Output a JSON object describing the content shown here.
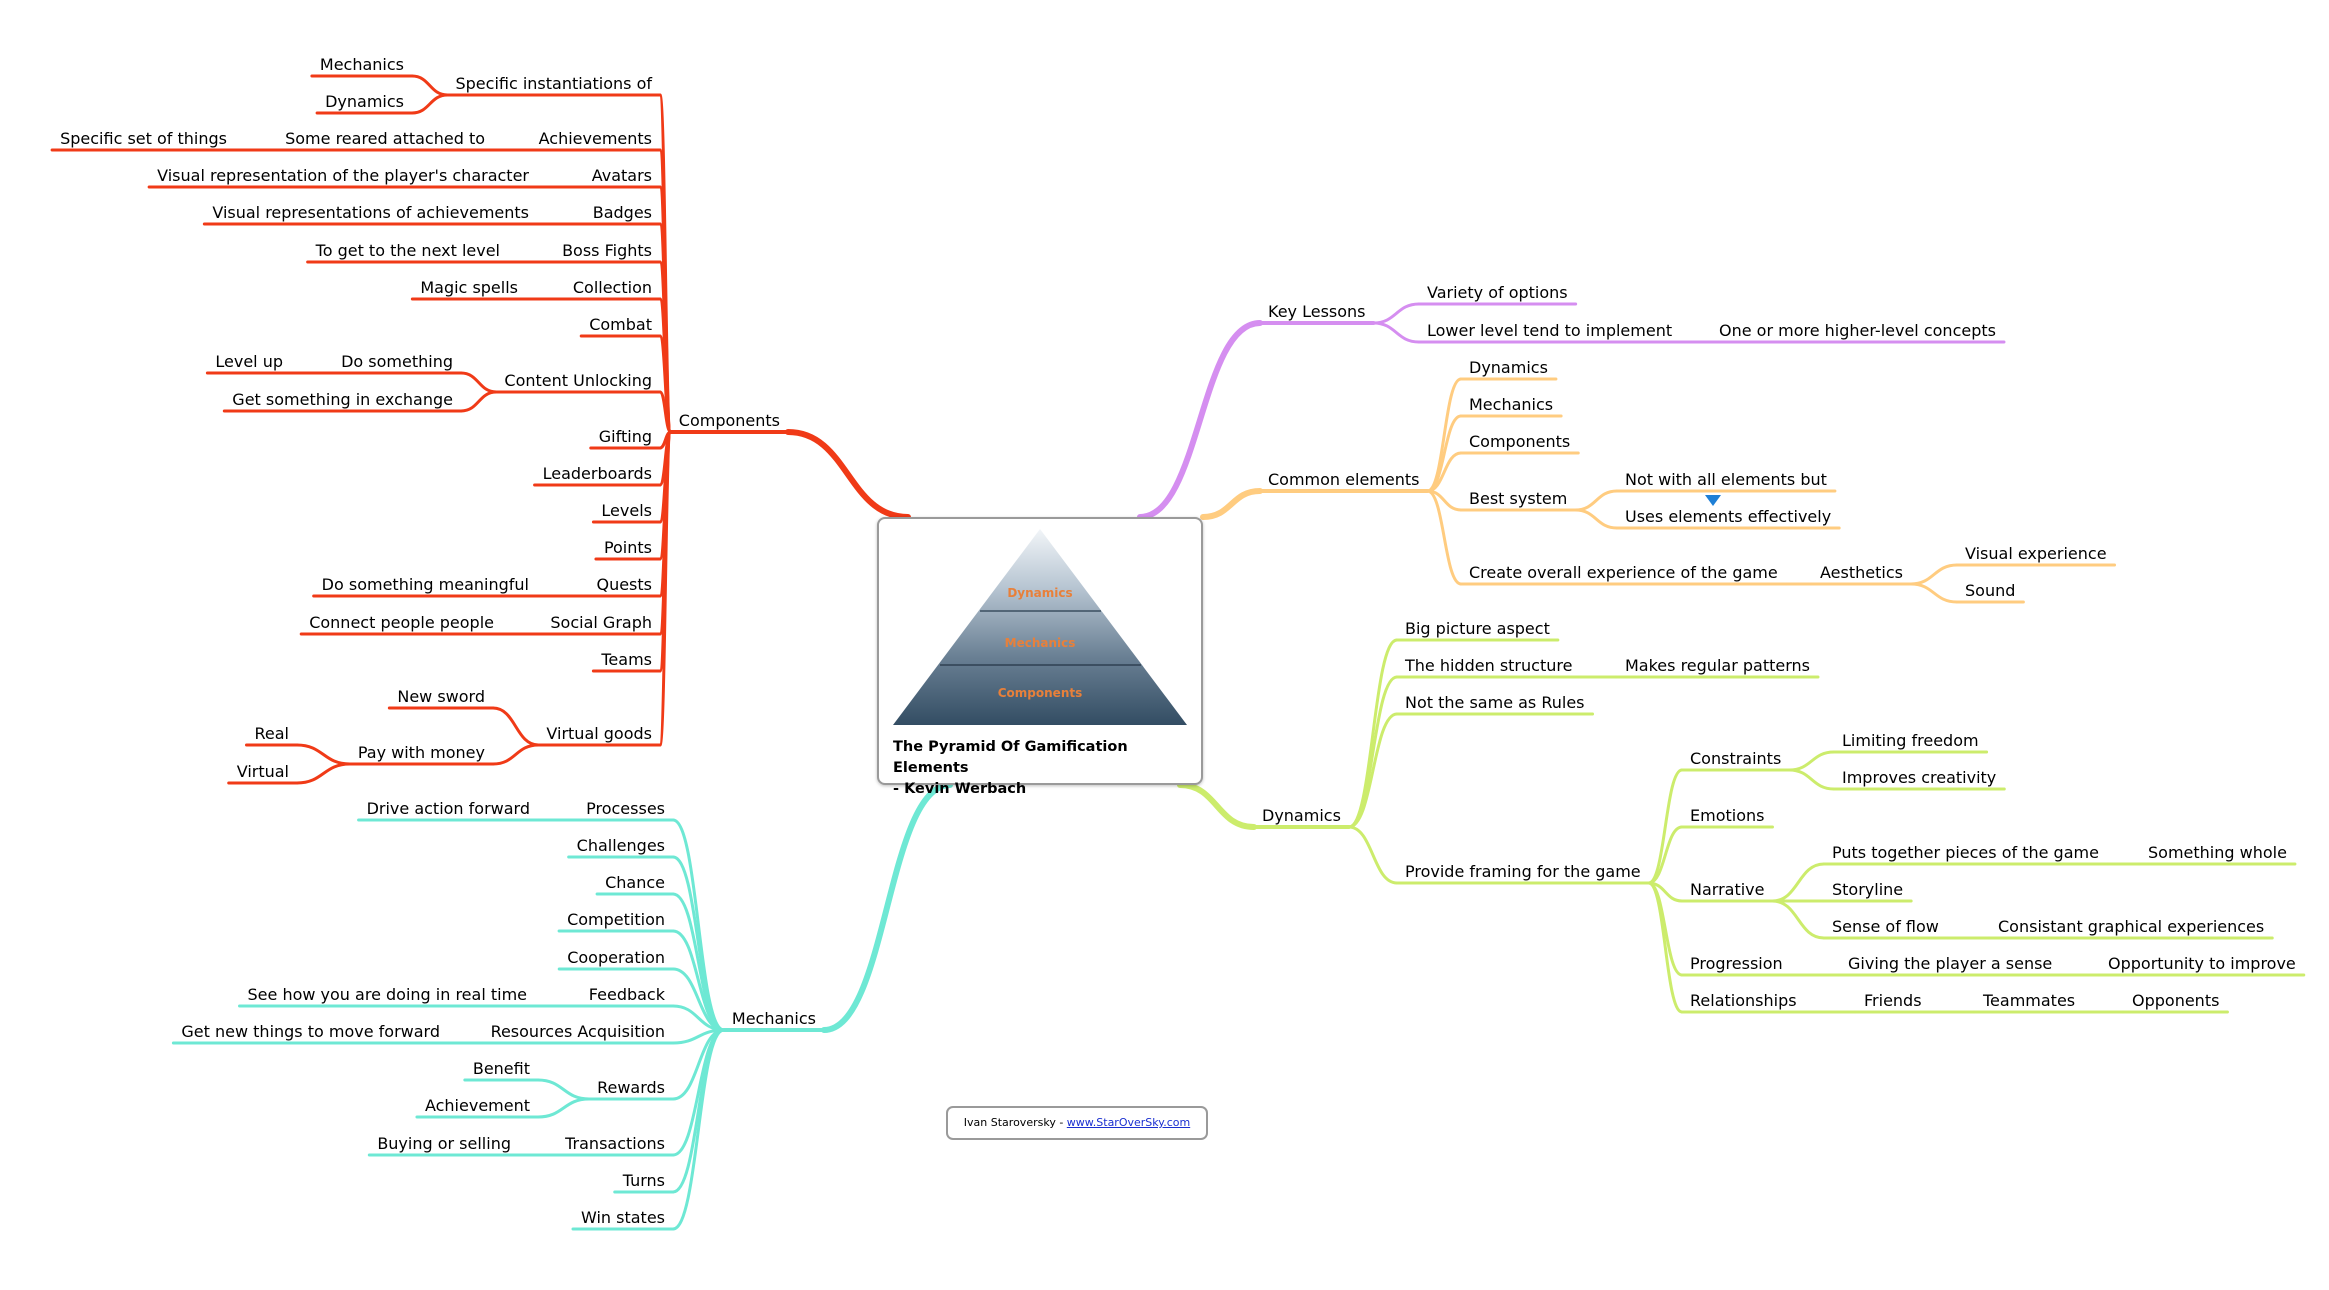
{
  "central": {
    "title_line1": "The Pyramid Of Gamification Elements",
    "title_line2": "- Kevin Werbach",
    "pyramid_levels": [
      "Dynamics",
      "Mechanics",
      "Components"
    ]
  },
  "credit": {
    "author": "Ivan Staroversky -",
    "link": "www.StarOverSky.com"
  },
  "colors": {
    "components": "#f03a17",
    "mechanics": "#6ee8d4",
    "key_lessons": "#d58ef0",
    "common_elements": "#ffcc80",
    "dynamics": "#ccec6c",
    "pyramid_label": "#e8803a",
    "arrow": "#1e7fd6"
  },
  "branches": {
    "components": {
      "label": "Components",
      "children": [
        {
          "label": "Specific instantiations of",
          "children": [
            {
              "label": "Mechanics"
            },
            {
              "label": "Dynamics"
            }
          ]
        },
        {
          "label": "Achievements",
          "children": [
            {
              "label": "Some reared attached to",
              "children": [
                {
                  "label": "Specific set of things"
                }
              ]
            }
          ]
        },
        {
          "label": "Avatars",
          "children": [
            {
              "label": "Visual representation of the player's character"
            }
          ]
        },
        {
          "label": "Badges",
          "children": [
            {
              "label": "Visual representations of achievements"
            }
          ]
        },
        {
          "label": "Boss Fights",
          "children": [
            {
              "label": "To get to the next level"
            }
          ]
        },
        {
          "label": "Collection",
          "children": [
            {
              "label": "Magic spells"
            }
          ]
        },
        {
          "label": "Combat"
        },
        {
          "label": "Content Unlocking",
          "children": [
            {
              "label": "Do something",
              "children": [
                {
                  "label": "Level up"
                }
              ]
            },
            {
              "label": "Get something in exchange"
            }
          ]
        },
        {
          "label": "Gifting"
        },
        {
          "label": "Leaderboards"
        },
        {
          "label": "Levels"
        },
        {
          "label": "Points"
        },
        {
          "label": "Quests",
          "children": [
            {
              "label": "Do something meaningful"
            }
          ]
        },
        {
          "label": "Social Graph",
          "children": [
            {
              "label": "Connect people people"
            }
          ]
        },
        {
          "label": "Teams"
        },
        {
          "label": "Virtual goods",
          "children": [
            {
              "label": "New sword"
            },
            {
              "label": "Pay with money",
              "children": [
                {
                  "label": "Real"
                },
                {
                  "label": "Virtual"
                }
              ]
            }
          ]
        }
      ]
    },
    "mechanics": {
      "label": "Mechanics",
      "children": [
        {
          "label": "Processes",
          "children": [
            {
              "label": "Drive action forward"
            }
          ]
        },
        {
          "label": "Challenges"
        },
        {
          "label": "Chance"
        },
        {
          "label": "Competition"
        },
        {
          "label": "Cooperation"
        },
        {
          "label": "Feedback",
          "children": [
            {
              "label": "See how you are doing in real time"
            }
          ]
        },
        {
          "label": "Resources Acquisition",
          "children": [
            {
              "label": "Get new things to move forward"
            }
          ]
        },
        {
          "label": "Rewards",
          "children": [
            {
              "label": "Benefit"
            },
            {
              "label": "Achievement"
            }
          ]
        },
        {
          "label": "Transactions",
          "children": [
            {
              "label": "Buying or selling"
            }
          ]
        },
        {
          "label": "Turns"
        },
        {
          "label": "Win states"
        }
      ]
    },
    "key_lessons": {
      "label": "Key Lessons",
      "children": [
        {
          "label": "Variety of options"
        },
        {
          "label": "Lower level tend to implement",
          "children": [
            {
              "label": "One or more higher-level concepts"
            }
          ]
        }
      ]
    },
    "common_elements": {
      "label": "Common elements",
      "children": [
        {
          "label": "Dynamics"
        },
        {
          "label": "Mechanics"
        },
        {
          "label": "Components"
        },
        {
          "label": "Best system",
          "children": [
            {
              "label": "Not with all elements but"
            },
            {
              "label": "Uses elements effectively"
            }
          ]
        },
        {
          "label": "Create overall experience of the game",
          "children": [
            {
              "label": "Aesthetics",
              "children": [
                {
                  "label": "Visual experience"
                },
                {
                  "label": "Sound"
                }
              ]
            }
          ]
        }
      ]
    },
    "dynamics": {
      "label": "Dynamics",
      "children": [
        {
          "label": "Big picture aspect"
        },
        {
          "label": "The hidden structure",
          "children": [
            {
              "label": "Makes regular patterns"
            }
          ]
        },
        {
          "label": "Not the same as Rules"
        },
        {
          "label": "Provide framing for the game",
          "children": [
            {
              "label": "Constraints",
              "children": [
                {
                  "label": "Limiting freedom"
                },
                {
                  "label": "Improves creativity"
                }
              ]
            },
            {
              "label": "Emotions"
            },
            {
              "label": "Narrative",
              "children": [
                {
                  "label": "Puts together pieces of the game",
                  "children": [
                    {
                      "label": "Something whole"
                    }
                  ]
                },
                {
                  "label": "Storyline"
                },
                {
                  "label": "Sense of flow",
                  "children": [
                    {
                      "label": "Consistant graphical experiences"
                    }
                  ]
                }
              ]
            },
            {
              "label": "Progression",
              "children": [
                {
                  "label": "Giving the player a sense",
                  "children": [
                    {
                      "label": "Opportunity to improve"
                    }
                  ]
                }
              ]
            },
            {
              "label": "Relationships",
              "children": [
                {
                  "label": "Friends",
                  "children": [
                    {
                      "label": "Teammates",
                      "children": [
                        {
                          "label": "Opponents"
                        }
                      ]
                    }
                  ]
                }
              ]
            }
          ]
        }
      ]
    }
  }
}
